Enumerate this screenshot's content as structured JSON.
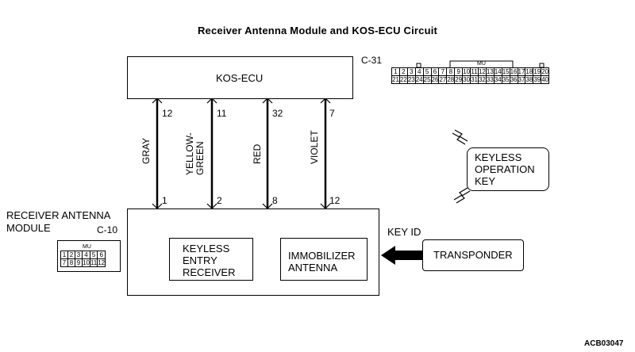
{
  "title": "Receiver Antenna  Module and KOS-ECU Circuit",
  "ecu": {
    "label": "KOS-ECU",
    "connector_id": "C-31",
    "connector_tag": "MU",
    "connector_pins_row1": [
      "1",
      "2",
      "3",
      "4",
      "5",
      "6",
      "7",
      "8",
      "9",
      "10",
      "11",
      "12",
      "13",
      "14",
      "15",
      "16",
      "17",
      "18",
      "19",
      "20"
    ],
    "connector_pins_row2": [
      "21",
      "22",
      "23",
      "24",
      "25",
      "26",
      "27",
      "28",
      "29",
      "30",
      "31",
      "32",
      "33",
      "34",
      "35",
      "36",
      "37",
      "38",
      "39",
      "40"
    ]
  },
  "wires": [
    {
      "ecu_pin": "12",
      "color_line1": "GRAY",
      "color_line2": "",
      "module_pin": "1"
    },
    {
      "ecu_pin": "11",
      "color_line1": "YELLOW-",
      "color_line2": "GREEN",
      "module_pin": "2"
    },
    {
      "ecu_pin": "32",
      "color_line1": "RED",
      "color_line2": "",
      "module_pin": "8"
    },
    {
      "ecu_pin": "7",
      "color_line1": "VIOLET",
      "color_line2": "",
      "module_pin": "12"
    }
  ],
  "module": {
    "label_line1": "RECEIVER ANTENNA",
    "label_line2": "MODULE",
    "connector_id": "C-10",
    "connector_tag": "MU",
    "connector_pins_row1": [
      "1",
      "2",
      "3",
      "4",
      "5",
      "6"
    ],
    "connector_pins_row2": [
      "7",
      "8",
      "9",
      "10",
      "11",
      "12"
    ],
    "keyless_receiver": [
      "KEYLESS",
      "ENTRY",
      "RECEIVER"
    ],
    "immobilizer_antenna": [
      "IMMOBILIZER",
      "ANTENNA"
    ]
  },
  "transponder": {
    "label": "TRANSPONDER",
    "signal_label": "KEY ID"
  },
  "keyless_key": [
    "KEYLESS",
    "OPERATION",
    "KEY"
  ],
  "figure_code": "ACB03047"
}
